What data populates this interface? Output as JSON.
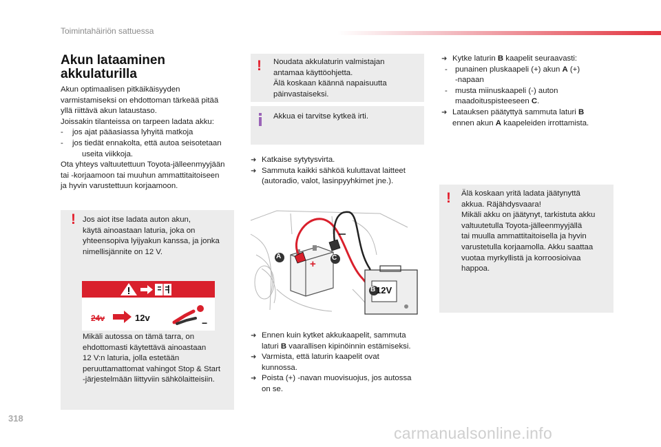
{
  "header": {
    "section": "Toimintahäiriön sattuessa",
    "page_number": "318"
  },
  "watermark": "carmanualsonline.info",
  "col1": {
    "title_line1": "Akun lataaminen",
    "title_line2": "akkulaturilla",
    "intro": [
      "Akun optimaalisen pitkäikäisyyden",
      "varmistamiseksi on ehdottoman tärkeää pitää",
      "yllä riittävä akun lataustaso.",
      "Joissakin tilanteissa on tarpeen ladata akku:"
    ],
    "list": [
      {
        "bullet": "-",
        "lines": [
          "jos ajat pääasiassa lyhyitä matkoja"
        ]
      },
      {
        "bullet": "-",
        "lines": [
          "jos tiedät ennakolta, että autoa seisotetaan",
          "useita viikkoja."
        ]
      }
    ],
    "outro": [
      "Ota yhteys valtuutettuun Toyota-jälleenmyyjään",
      "tai -korjaamoon tai muuhun ammattitaitoiseen",
      "ja hyvin varustettuun korjaamoon."
    ],
    "warning_box": {
      "lines": [
        "Jos aiot itse ladata auton akun,",
        "käytä ainoastaan laturia, joka on",
        "yhteensopiva lyijyakun kanssa, ja jonka",
        "nimellisjännite on 12 V."
      ],
      "label": {
        "from_voltage": "24v",
        "to_voltage": "12v",
        "plus": "+",
        "minus": "−"
      },
      "after_lines": [
        "Mikäli autossa on tämä tarra, on",
        "ehdottomasti käytettävä ainoastaan",
        "12 V:n laturia, jolla estetään",
        "peruuttamattomat vahingot Stop & Start",
        "-järjestelmään liittyviin sähkölaitteisiin."
      ]
    }
  },
  "col2": {
    "warning_box": {
      "lines": [
        "Noudata akkulaturin valmistajan",
        "antamaa käyttöohjetta.",
        "Älä koskaan käännä napaisuutta",
        "päinvastaiseksi."
      ]
    },
    "info_box": {
      "lines": [
        "Akkua ei tarvitse kytkeä irti."
      ]
    },
    "steps1": [
      {
        "lines": [
          "Katkaise sytytysvirta."
        ]
      },
      {
        "lines": [
          "Sammuta kaikki sähköä kuluttavat laitteet",
          "(autoradio, valot, lasinpyyhkimet jne.)."
        ]
      }
    ],
    "illustration": {
      "label_a": "A",
      "label_b": "B",
      "label_c": "C",
      "charger_voltage": "12V",
      "plus": "+",
      "minus": "−"
    },
    "steps2": [
      {
        "lines": [
          {
            "pre": "Ennen kuin kytket akkukaapelit, sammuta",
            "bold": "",
            "post": ""
          },
          {
            "pre": "laturi ",
            "bold": "B",
            "post": " vaarallisen kipinöinnin estämiseksi."
          }
        ]
      },
      {
        "lines": [
          {
            "pre": "Varmista, että laturin kaapelit ovat",
            "bold": "",
            "post": ""
          },
          {
            "pre": "kunnossa.",
            "bold": "",
            "post": ""
          }
        ]
      },
      {
        "lines": [
          {
            "pre": "Poista (+) -navan muovisuojus, jos autossa",
            "bold": "",
            "post": ""
          },
          {
            "pre": "on se.",
            "bold": "",
            "post": ""
          }
        ]
      }
    ]
  },
  "col3": {
    "step1": {
      "pre": "Kytke laturin ",
      "bold": "B",
      "post": " kaapelit seuraavasti:"
    },
    "sub": [
      {
        "l1_pre": "punainen pluskaapeli (+) akun ",
        "l1_bold": "A",
        "l1_post": " (+)",
        "l2_pre": "-napaan",
        "l2_bold": "",
        "l2_post": ""
      },
      {
        "l1_pre": "musta miinuskaapeli (-) auton",
        "l1_bold": "",
        "l1_post": "",
        "l2_pre": "maadoituspisteeseen ",
        "l2_bold": "C",
        "l2_post": "."
      }
    ],
    "step2": {
      "l1_pre": "Latauksen päätyttyä sammuta laturi ",
      "l1_bold": "B",
      "l1_post": "",
      "l2_pre": "ennen akun ",
      "l2_bold": "A",
      "l2_post": " kaapeleiden irrottamista."
    },
    "warning_box": {
      "lines": [
        "Älä koskaan yritä ladata jäätynyttä",
        "akkua. Räjähdysvaara!",
        "Mikäli akku on jäätynyt, tarkistuta akku",
        "valtuutetulla Toyota-jälleenmyyjällä",
        "tai muulla ammattitaitoisella ja hyvin",
        "varustetulla korjaamolla. Akku saattaa",
        "vuotaa myrkyllistä ja korroosioivaa",
        "happoa."
      ]
    }
  },
  "icons": {
    "warning": "exclamation-mark-icon",
    "info": "info-icon",
    "arrow_bullet": "arrow-bullet-icon",
    "bullet_char": "",
    "exclaim_char": "!"
  },
  "colors": {
    "warning": "#e3202e",
    "info": "#9b64b7",
    "box_bg": "#ececec",
    "accent_bar": "#e2343f"
  }
}
